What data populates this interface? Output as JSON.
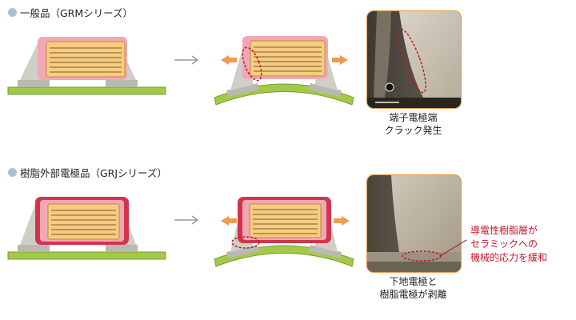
{
  "sections": [
    {
      "title": "一般品（GRMシリーズ）",
      "caption_lines": [
        "端子電極端",
        "クラック発生"
      ]
    },
    {
      "title": "樹脂外部電極品（GRJシリーズ）",
      "caption_lines": [
        "下地電極と",
        "樹脂電極が剥離"
      ]
    }
  ],
  "annotation_lines": [
    "導電性樹脂層が",
    "セラミックへの",
    "機械的応力を緩和"
  ],
  "colors": {
    "board": "#a3c94a",
    "chip_body": "#f6cc82",
    "electrode": "#f1a7b6",
    "resin": "#d2344d",
    "solder": "#c9c9c0",
    "arrow": "#ee9a4f",
    "highlight": "#c0182a",
    "photo_border": "#e59a4a"
  },
  "icons": [
    "flow-arrow-icon",
    "force-arrow-left-icon",
    "force-arrow-right-icon",
    "scale-bar-icon"
  ]
}
